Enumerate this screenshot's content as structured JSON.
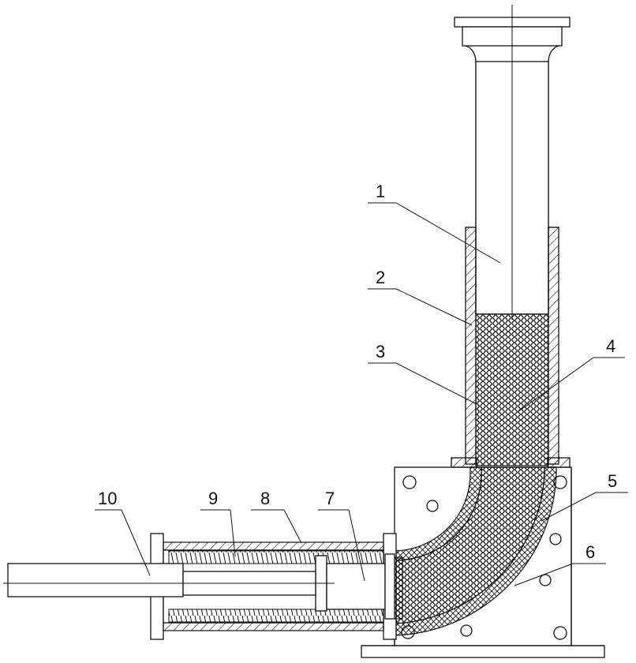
{
  "diagram": {
    "labels": [
      {
        "id": "1",
        "text": "1"
      },
      {
        "id": "2",
        "text": "2"
      },
      {
        "id": "3",
        "text": "3"
      },
      {
        "id": "4",
        "text": "4"
      },
      {
        "id": "5",
        "text": "5"
      },
      {
        "id": "6",
        "text": "6"
      },
      {
        "id": "7",
        "text": "7"
      },
      {
        "id": "8",
        "text": "8"
      },
      {
        "id": "9",
        "text": "9"
      },
      {
        "id": "10",
        "text": "10"
      }
    ]
  }
}
